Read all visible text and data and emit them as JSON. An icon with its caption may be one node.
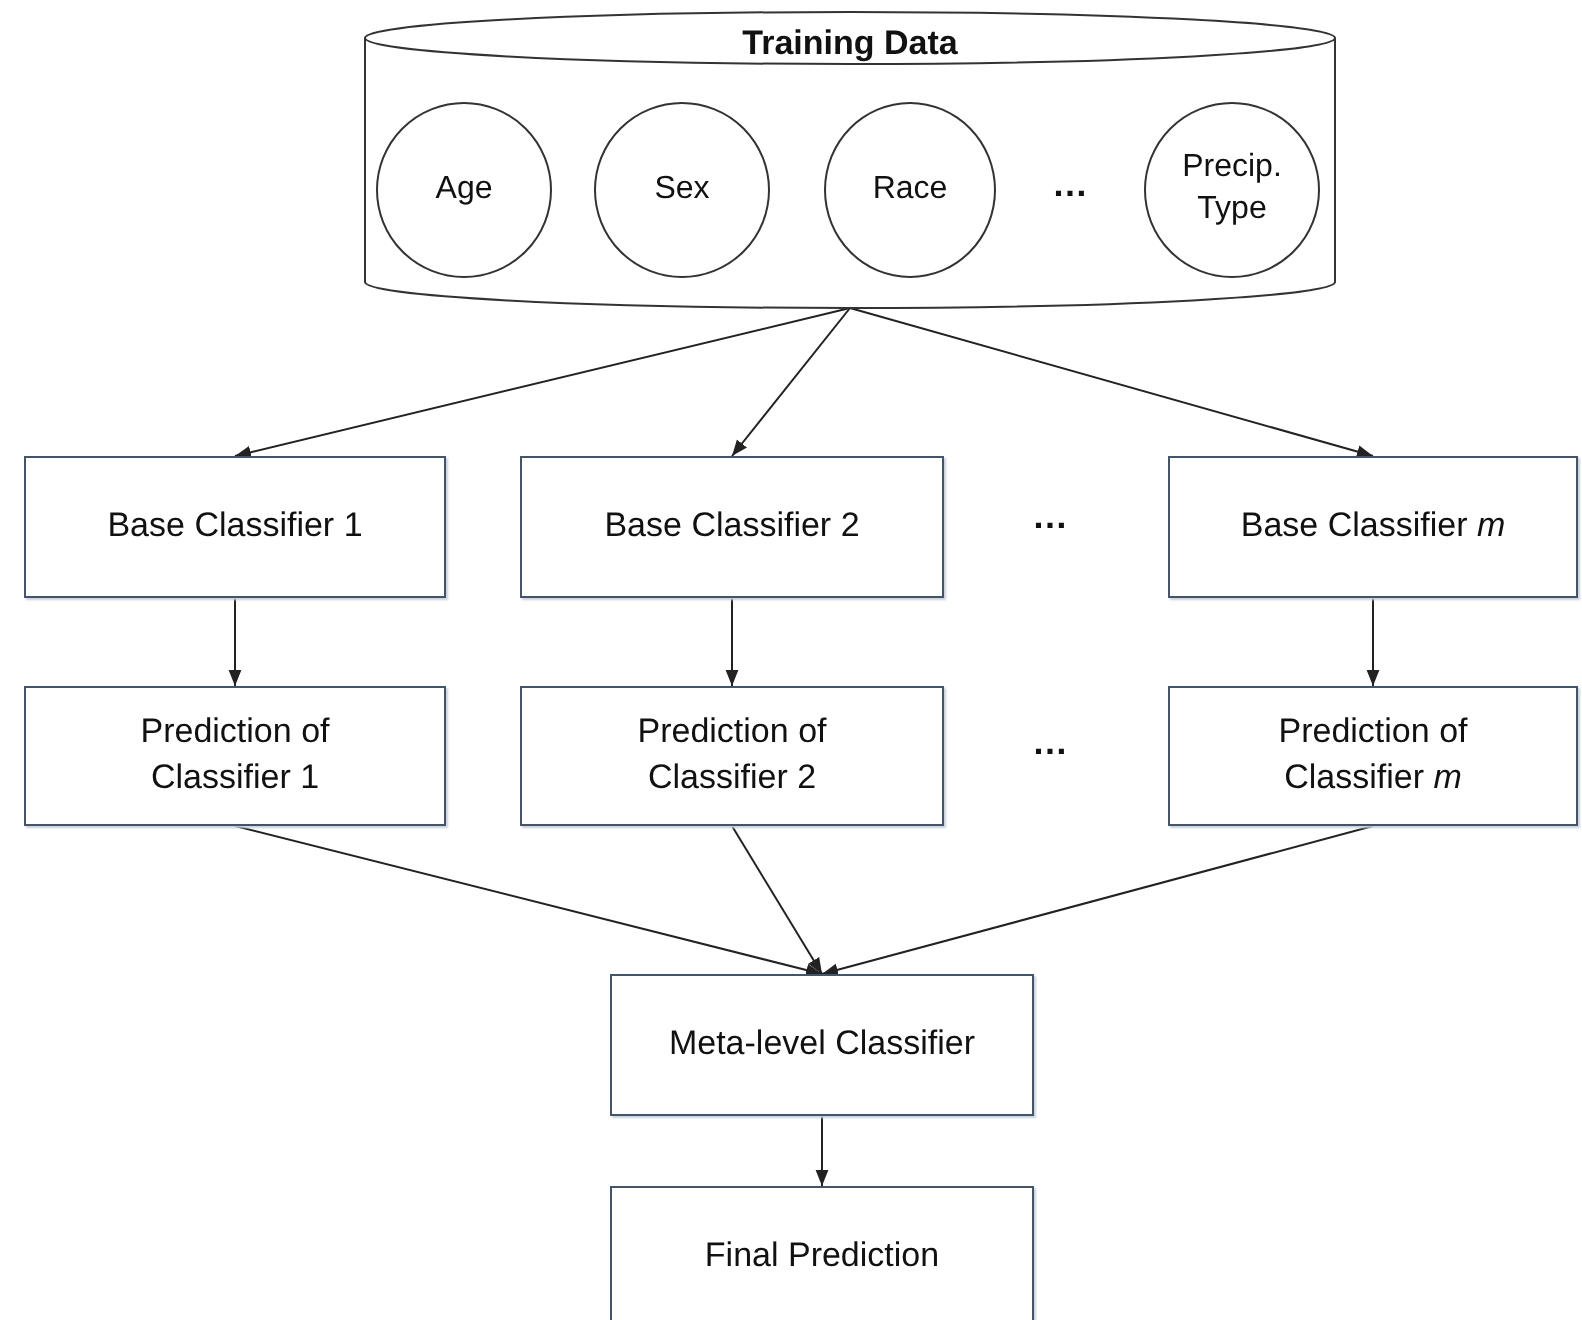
{
  "diagram": {
    "nodes": [
      {
        "text": [
          "Training Data"
        ]
      },
      {
        "text": [
          "Age"
        ],
        "in": 0
      },
      {
        "text": [
          "Sex"
        ],
        "in": 0
      },
      {
        "text": [
          "Race"
        ],
        "in": 0
      },
      {
        "text": [
          "Precip. Type"
        ],
        "in": 0
      },
      {
        "text": [
          "Base Classifier 1"
        ]
      },
      {
        "text": [
          "Base Classifier 2"
        ]
      },
      {
        "text": [
          "Base Classifier *m*"
        ]
      },
      {
        "text": [
          "Prediction of Classifier 1"
        ]
      },
      {
        "text": [
          "Prediction of Classifier 2"
        ]
      },
      {
        "text": [
          "Prediction of Classifier *m*"
        ]
      },
      {
        "text": [
          "Meta-level Classifier"
        ]
      },
      {
        "text": [
          "Final Prediction"
        ]
      }
    ],
    "edges": [
      {
        "from": 0,
        "to": 5,
        "arrow": "to"
      },
      {
        "from": 0,
        "to": 6,
        "arrow": "to"
      },
      {
        "from": 0,
        "to": 7,
        "arrow": "to"
      },
      {
        "from": 5,
        "to": 8,
        "arrow": "to"
      },
      {
        "from": 6,
        "to": 9,
        "arrow": "to"
      },
      {
        "from": 7,
        "to": 10,
        "arrow": "to"
      },
      {
        "from": 8,
        "to": 11,
        "arrow": "to"
      },
      {
        "from": 9,
        "to": 11,
        "arrow": "to"
      },
      {
        "from": 10,
        "to": 11,
        "arrow": "to"
      },
      {
        "from": 11,
        "to": 12,
        "arrow": "to"
      }
    ],
    "labels": [
      "…",
      "…",
      "…"
    ]
  }
}
